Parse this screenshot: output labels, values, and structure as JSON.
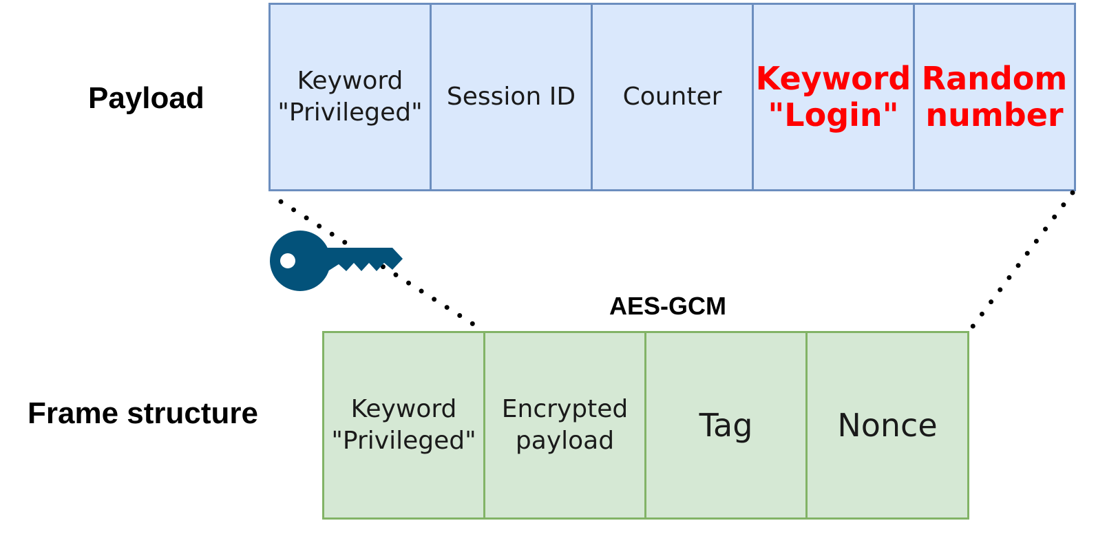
{
  "payload": {
    "label": "Payload",
    "fields": [
      {
        "text": "Keyword\n\"Privileged\"",
        "highlight": false
      },
      {
        "text": "Session ID",
        "highlight": false
      },
      {
        "text": "Counter",
        "highlight": false
      },
      {
        "text": "Keyword\n\"Login\"",
        "highlight": true
      },
      {
        "text": "Random\nnumber",
        "highlight": true
      }
    ]
  },
  "frame": {
    "label": "Frame structure",
    "fields": [
      {
        "text": "Keyword\n\"Privileged\""
      },
      {
        "text": "Encrypted\npayload"
      },
      {
        "text": "Tag"
      },
      {
        "text": "Nonce"
      }
    ]
  },
  "cipher": {
    "label": "AES-GCM",
    "icon": "key-icon"
  },
  "colors": {
    "payload_fill": "#dae8fc",
    "payload_border": "#6c8ebf",
    "frame_fill": "#d5e8d4",
    "frame_border": "#82b366",
    "highlight_text": "#ff0000",
    "key_icon": "#03527a"
  }
}
